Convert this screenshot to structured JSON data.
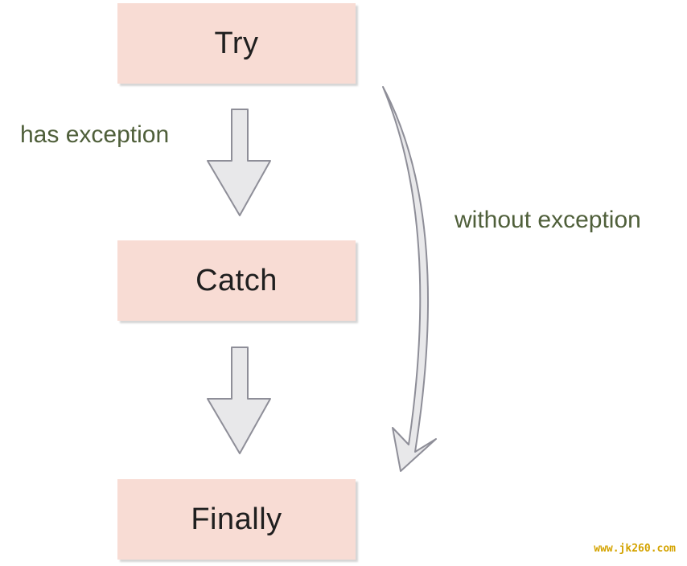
{
  "nodes": {
    "try": "Try",
    "catch": "Catch",
    "finally": "Finally"
  },
  "edges": {
    "try_to_catch": "has exception",
    "try_to_finally": "without exception"
  },
  "watermark": "www.jk260.com",
  "colors": {
    "node_fill": "#f8dcd4",
    "arrow_fill": "#e8e8ea",
    "arrow_stroke": "#8e8e98",
    "label_text": "#4f5f3a",
    "watermark_text": "#d4a300"
  }
}
